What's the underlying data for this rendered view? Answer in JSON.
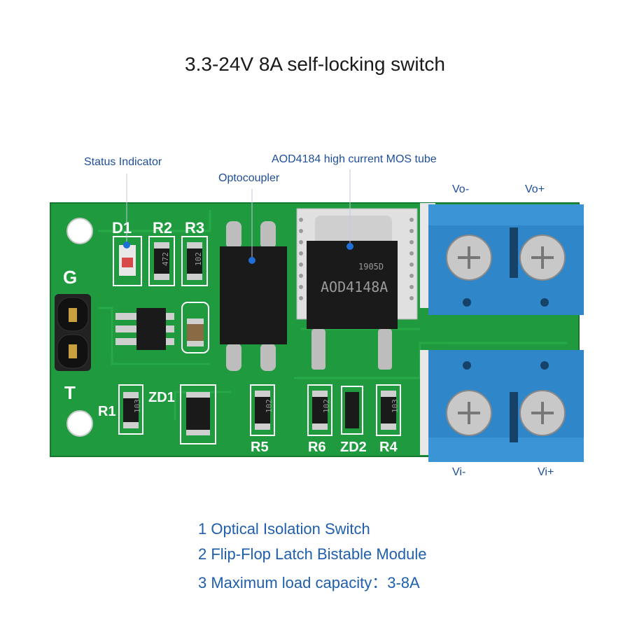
{
  "title": "3.3-24V 8A self-locking switch",
  "callouts": {
    "status_indicator": "Status Indicator",
    "optocoupler": "Optocoupler",
    "mos_tube": "AOD4184 high current MOS tube"
  },
  "terminals": {
    "vo_minus": "Vo-",
    "vo_plus": "Vo+",
    "vi_minus": "Vi-",
    "vi_plus": "Vi+"
  },
  "silkscreen": {
    "d1": "D1",
    "r2": "R2",
    "r3": "R3",
    "g": "G",
    "t": "T",
    "r1": "R1",
    "zd1": "ZD1",
    "r5": "R5",
    "r6": "R6",
    "zd2": "ZD2",
    "r4": "R4"
  },
  "chip_markings": {
    "mos_code": "1905D",
    "mos_part": "AOD4148A",
    "r2_code": "472",
    "r3_code": "102",
    "r1_code": "103",
    "r5_code": "102",
    "r6_code": "102",
    "r4_code": "103"
  },
  "features": [
    "1 Optical Isolation Switch",
    "2 Flip-Flop Latch Bistable Module",
    "3 Maximum load capacity：3-8A"
  ],
  "colors": {
    "pcb_green": "#1f9a3e",
    "terminal_blue": "#2f86c8",
    "label_blue": "#1f4e9a"
  }
}
